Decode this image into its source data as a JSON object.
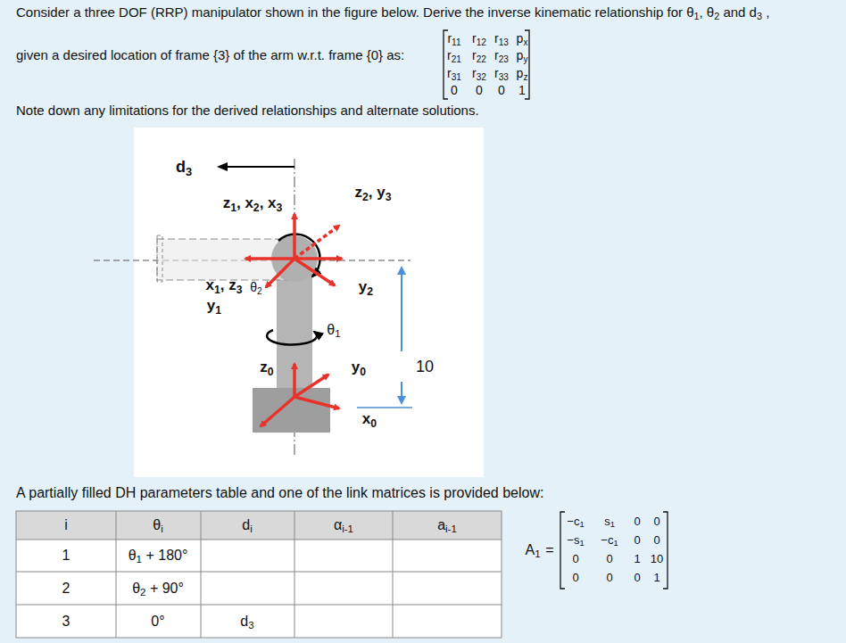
{
  "diagram": {
    "labels": [
      "Consider a three DOF (RRP) manipulator shown in the figure below.  Derive the inverse kinematic relationship for θ1, θ2 and d3 ,",
      "given a desired location of frame {3} of the arm w.r.t. frame {0} as:",
      "r11",
      "r12",
      "r13",
      "px",
      "r21",
      "r22",
      "r23",
      "py",
      "r31",
      "r32",
      "r33",
      "pz",
      "0",
      "0",
      "0",
      "1",
      "Note down any limitations for the derived relationships and alternate solutions.",
      "d3",
      "z1, x2, x3",
      "z2, y3",
      "x1, z3",
      "y2",
      "y1",
      "θ2",
      "θ1",
      "z0",
      "y0",
      "10",
      "x0",
      "A partially filled DH parameters table and one of the link matrices is provided below:",
      "i",
      "θi",
      "di",
      "αi-1",
      "ai-1",
      "1",
      "θ1 + 180°",
      "2",
      "θ2 + 90°",
      "3",
      "0°",
      "d3",
      "A1",
      "=",
      "−c1",
      "s1",
      "0",
      "0",
      "−s1",
      "−c1",
      "0",
      "0",
      "0",
      "0",
      "1",
      "10",
      "0",
      "0",
      "0",
      "1"
    ]
  }
}
